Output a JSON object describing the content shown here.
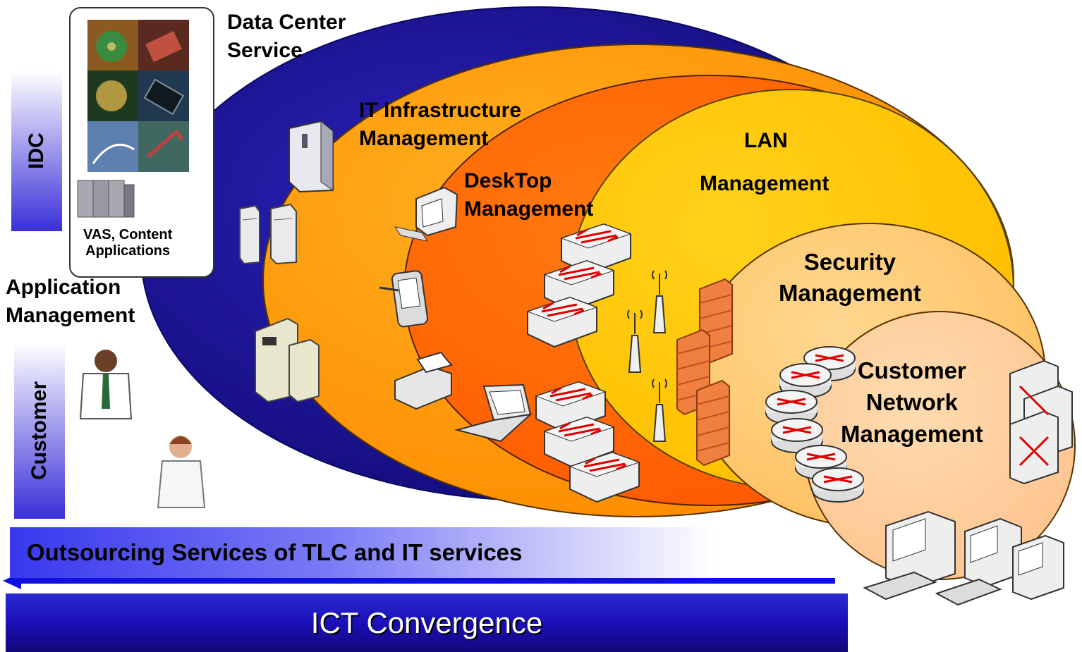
{
  "labels": {
    "data_center": "Data Center\nService",
    "it_infra": "IT Infrastructure\nManagement",
    "desktop": "DeskTop\nManagement",
    "lan_title": "LAN",
    "lan_management": "Management",
    "security": "Security\nManagement",
    "customer_network": "Customer\nNetwork\nManagement",
    "vas": "VAS, Content\nApplications",
    "application_mgmt": "Application\nManagement"
  },
  "side_bars": {
    "idc": "IDC",
    "customer": "Customer"
  },
  "bottom": {
    "outsourcing": "Outsourcing Services of TLC and IT services",
    "ict": "ICT Convergence"
  },
  "colors": {
    "data_center_ellipse": "#1b1496",
    "it_infra_ellipse": "#ff9900",
    "desktop_ellipse": "#ff6600",
    "lan_ellipse": "#ffcc00",
    "security_ellipse": "#ffcc66",
    "customer_ellipse": "#ffcc99",
    "router_red": "#e00000",
    "firewall": "#f08040"
  }
}
